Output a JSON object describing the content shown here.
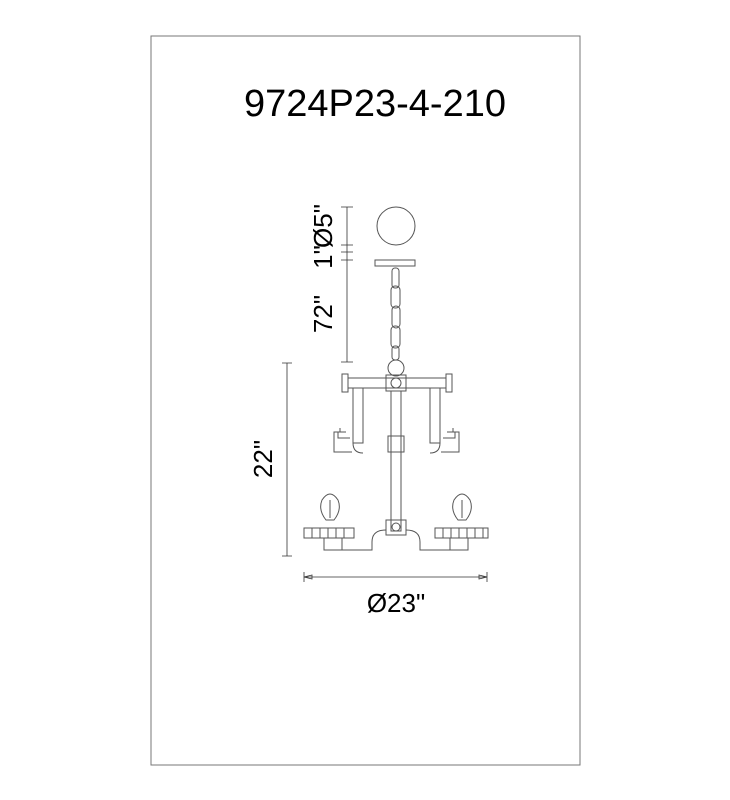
{
  "title": "9724P23-4-210",
  "dimensions": {
    "canopy_diameter": "Ø5\"",
    "canopy_height": "1\"",
    "chain_length": "72\"",
    "fixture_height": "22\"",
    "fixture_diameter": "Ø23\""
  }
}
